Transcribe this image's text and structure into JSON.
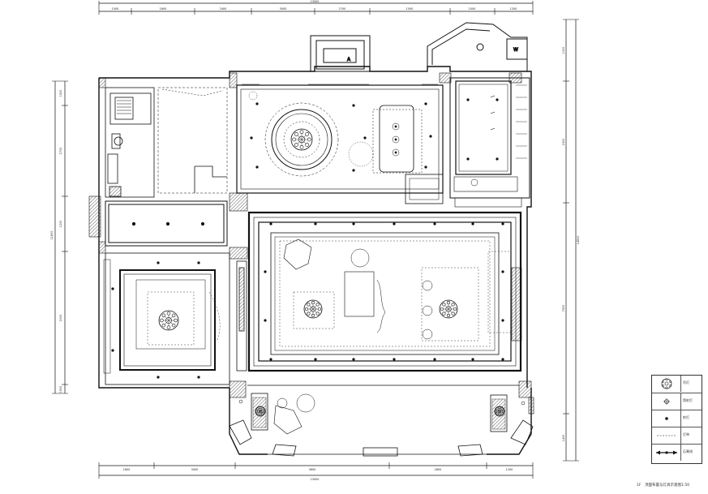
{
  "drawing": {
    "caption": "1F　顶面布置与灯具示意图1:50",
    "dimensions": {
      "top_total": "13000",
      "bottom_total": "13000",
      "left_total": "11600",
      "right_total": "14900",
      "top_segments": [
        "1000",
        "1600",
        "2400",
        "3000",
        "2700",
        "1500",
        "1000",
        "1200"
      ],
      "bottom_segments": [
        "1600",
        "3000",
        "3600",
        "2800",
        "1200"
      ],
      "left_segments": [
        "1500",
        "2700",
        "1200",
        "2000",
        "1500"
      ],
      "right_segments": [
        "1000",
        "2300",
        "7500",
        "1400"
      ]
    },
    "room_tags": {
      "aisle_tag": "A",
      "storage_tag": "W"
    }
  },
  "legend": {
    "items": [
      {
        "symbol": "chandelier-icon",
        "label": "吊灯"
      },
      {
        "symbol": "recessed-spot-icon",
        "label": "筒射灯"
      },
      {
        "symbol": "downlight-icon",
        "label": "射灯"
      },
      {
        "symbol": "strip-light-icon",
        "label": "灯带"
      },
      {
        "symbol": "plaster-line-icon",
        "label": "石膏线"
      }
    ]
  },
  "colors": {
    "line": "#111111",
    "hatch": "#333333",
    "background": "#ffffff"
  }
}
